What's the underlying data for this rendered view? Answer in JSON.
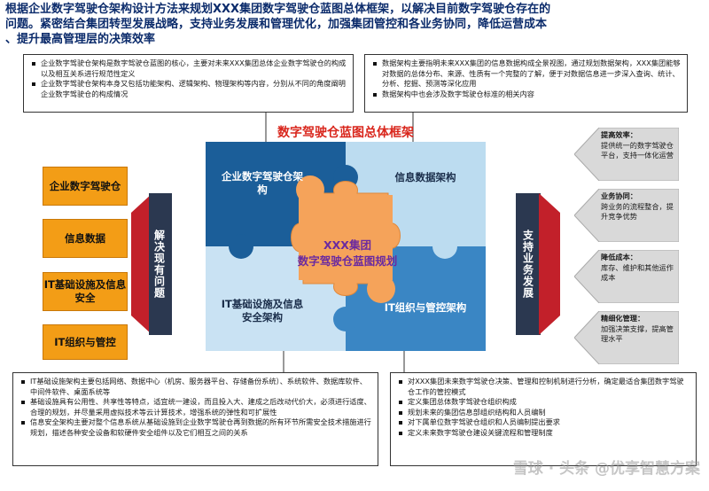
{
  "header": {
    "line1": "根据企业数字驾驶仓架构设计方法来规划XXX集团数字驾驶仓蓝图总体框架，以解决目前数字驾驶仓存在的",
    "line2": "问题。紧密结合集团转型发展战略，支持业务发展和管理优化，加强集团管控和各业务协同，降低运营成本",
    "line3": "、提升最高管理层的决策效率"
  },
  "top_left_box": {
    "items": [
      "企业数字驾驶仓架构是数字驾驶仓蓝图的核心，主要对未来XXX集团总体企业数字驾驶仓的构成以及相互关系进行规范性定义",
      "企业数字驾驶仓架构本身又包括功能架构、逻辑架构、物理架构等内容，分别从不同的角度阐明企业数字驾驶仓的构成情况"
    ]
  },
  "top_right_box": {
    "items": [
      "数据架构主要指明未来XXX集团的信息数据构成全景视图，通过规划数据架构，XXX集团能够对数据的总体分布、来源、性质有一个完整的了解，便于对数据信息进一步深入查询、统计、分析、挖掘、预测等深化应用",
      "数据架构中也会涉及数字驾驶仓标准的相关内容"
    ]
  },
  "diagram": {
    "title": "数字驾驶仓蓝图总体框架",
    "quadrants": {
      "top_left": "企业数字驾驶仓架构",
      "top_right": "信息数据架构",
      "bottom_left": "IT基础设施及信息安全架构",
      "bottom_right": "IT组织与管控架构"
    },
    "center_line1": "XXX集团",
    "center_line2": "数字驾驶仓蓝图规划",
    "left_bar": "解决现有问题",
    "right_bar": "支持业务发展"
  },
  "left_labels": [
    "企业数字驾驶仓",
    "信息数据",
    "IT基础设施及信息安全",
    "IT组织与管控"
  ],
  "right_arrows": [
    {
      "title": "提高效率：",
      "body": "提供统一的数字驾驶仓平台，支持一体化运营"
    },
    {
      "title": "业务协同：",
      "body": "跨业务的流程整合，提升竞争优势"
    },
    {
      "title": "降低成本：",
      "body": "库存、维护和其他运作成本"
    },
    {
      "title": "精细化管理：",
      "body": "加强决策支撑，提高管理水平"
    }
  ],
  "bottom_left_box": {
    "items": [
      "IT基础设施架构主要包括网络、数据中心（机房、服务器平台、存储备份系统）、系统软件、数据库软件、中间件软件、桌面系统等",
      "基础设施具有公用性、共享性等特点，适宜统一建设，而且投入大、建成之后改动代价大，必须进行适度、合理的规划，并尽量采用虚拟技术等云计算技术，增强系统的弹性和可扩展性",
      "信息安全架构主要对整个信息系统从基础设施到企业数字驾驶仓再到数据的所有环节所需安全技术措施进行规划，描述各种安全设备和软硬件安全组件以及它们相互之间的关系"
    ]
  },
  "bottom_right_box": {
    "items": [
      "对XXX集团未来数字驾驶仓决策、管理和控制机制进行分析，确定最适合集团数字驾驶仓工作的管控模式",
      "定义集团总体数字驾驶仓组织构成",
      "规划未来的集团信息部组织结构和人员编制",
      "对下属单位数字驾驶仓组织和人员编制提出要求",
      "定义未来数字驾驶仓建设关键流程和管理制度"
    ]
  },
  "watermark": "雪球 · 头条 @优享智慧方案",
  "colors": {
    "dark_blue": "#1b5e99",
    "light_blue": "#bcdcf0",
    "mid_blue": "#3a86c4",
    "puzzle_orange": "#f5a35a",
    "center_text": "#6a2aa0",
    "label_orange": "#f39d16",
    "title_red": "#d9261c"
  }
}
